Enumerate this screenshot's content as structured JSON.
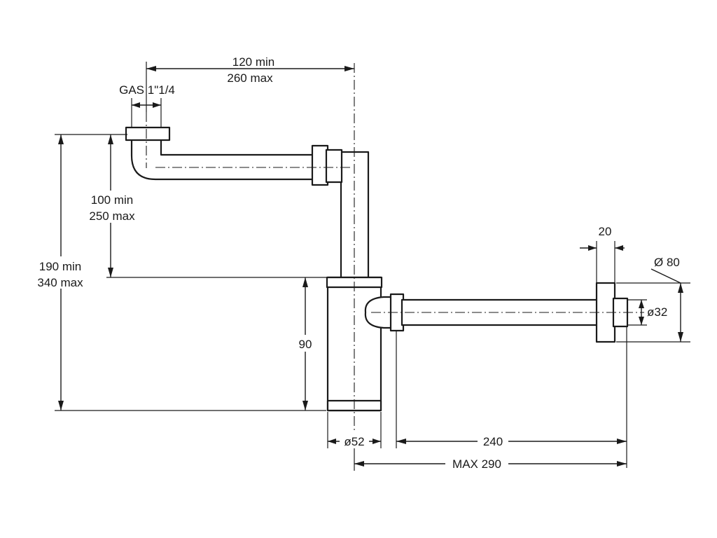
{
  "labels": {
    "gas": "GAS 1\"1/4",
    "horiz_min": "120 min",
    "horiz_max": "260 max",
    "tail_min": "100 min",
    "tail_max": "250 max",
    "total_min": "190 min",
    "total_max": "340 max",
    "bottle_height": "90",
    "bottle_diameter": "ø52",
    "outlet_length": "240",
    "max_reach": "MAX 290",
    "flange_thickness": "20",
    "flange_diameter": "Ø 80",
    "pipe_diameter": "ø32"
  }
}
